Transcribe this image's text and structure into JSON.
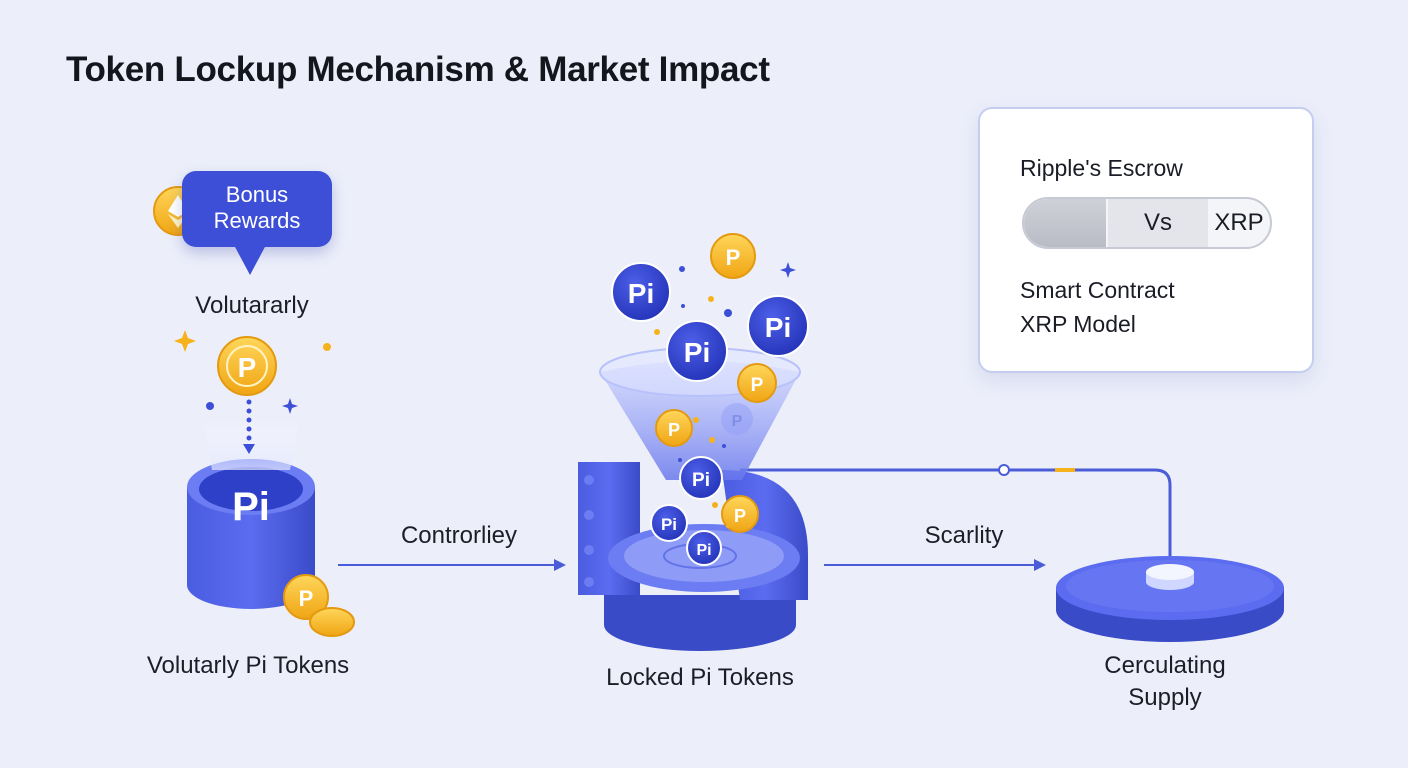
{
  "title": "Token Lockup Mechanism & Market Impact",
  "bubble": {
    "line1": "Bonus",
    "line2": "Rewards"
  },
  "stages": {
    "voluntary_top": "Volutararly",
    "voluntary_bottom": "Volutarly Pi Tokens",
    "locked": "Locked Pi Tokens",
    "supply_line1": "Cerculating",
    "supply_line2": "Supply"
  },
  "arrows": {
    "first": "Controrliey",
    "second": "Scarlity"
  },
  "coin_labels": {
    "pi": "Pi",
    "p": "P"
  },
  "card": {
    "heading": "Ripple's Escrow",
    "toggle_vs": "Vs",
    "toggle_xrp": "XRP",
    "model_line1": "Smart Contract",
    "model_line2": "XRP Model"
  },
  "colors": {
    "primary": "#3d4fd6",
    "gold": "#f5b21c",
    "background": "#eceffa",
    "green": "#27c46b"
  },
  "icons": [
    "ethereum-icon",
    "pi-coin-icon",
    "p-coin-icon",
    "sparkle-icon",
    "ripple-icon"
  ]
}
